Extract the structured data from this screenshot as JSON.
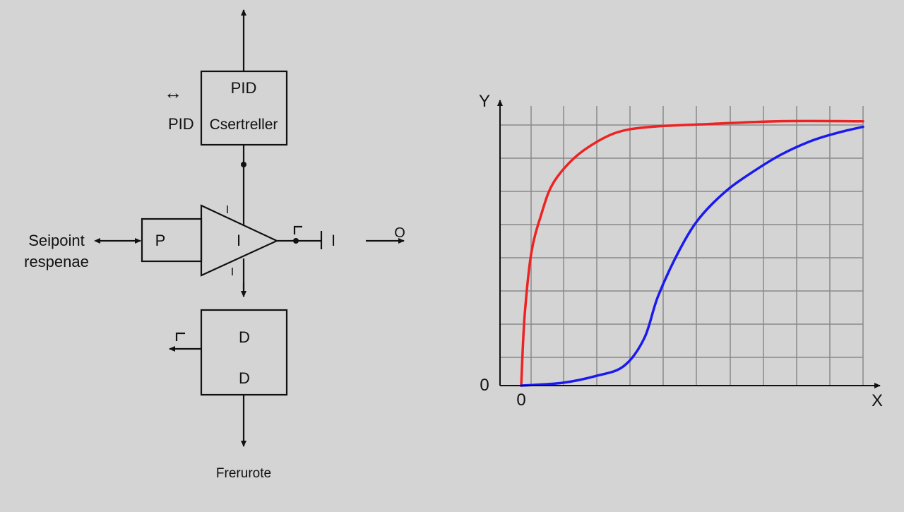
{
  "colors": {
    "background": "#d4d4d4",
    "ink": "#111111",
    "grid": "#8a8a8a",
    "red_curve": "#ee2222",
    "blue_curve": "#1a1aee"
  },
  "block_diagram": {
    "top_box_line1": "PID",
    "top_box_line2": "Csertreller",
    "left_of_box_label": "PID",
    "double_arrow_glyph": "↔",
    "p_block_label": "P",
    "i_block_label": "I",
    "d_box_line1": "D",
    "d_box_line2": "D",
    "input_label_line1": "Seipoint",
    "input_label_line2": "respenae",
    "output_tick_label": "I",
    "output_label": "O",
    "above_triangle_mark": "I",
    "below_triangle_mark": "I",
    "bottom_label": "Frerurote"
  },
  "chart": {
    "y_axis_label": "Y",
    "x_axis_label": "X",
    "y_origin_label": "0",
    "x_origin_label": "0"
  },
  "chart_data": {
    "type": "line",
    "grid": true,
    "series": [
      {
        "color": "#ee2222",
        "points": [
          [
            0.0,
            0.0
          ],
          [
            0.01,
            0.25
          ],
          [
            0.03,
            0.48
          ],
          [
            0.06,
            0.62
          ],
          [
            0.09,
            0.72
          ],
          [
            0.14,
            0.8
          ],
          [
            0.2,
            0.86
          ],
          [
            0.28,
            0.91
          ],
          [
            0.38,
            0.93
          ],
          [
            0.55,
            0.94
          ],
          [
            0.75,
            0.95
          ],
          [
            1.0,
            0.95
          ]
        ]
      },
      {
        "color": "#1a1aee",
        "points": [
          [
            0.0,
            0.0
          ],
          [
            0.12,
            0.01
          ],
          [
            0.22,
            0.035
          ],
          [
            0.3,
            0.07
          ],
          [
            0.36,
            0.17
          ],
          [
            0.4,
            0.32
          ],
          [
            0.46,
            0.48
          ],
          [
            0.52,
            0.6
          ],
          [
            0.6,
            0.7
          ],
          [
            0.68,
            0.77
          ],
          [
            0.76,
            0.83
          ],
          [
            0.85,
            0.88
          ],
          [
            0.93,
            0.91
          ],
          [
            1.0,
            0.93
          ]
        ]
      }
    ]
  }
}
